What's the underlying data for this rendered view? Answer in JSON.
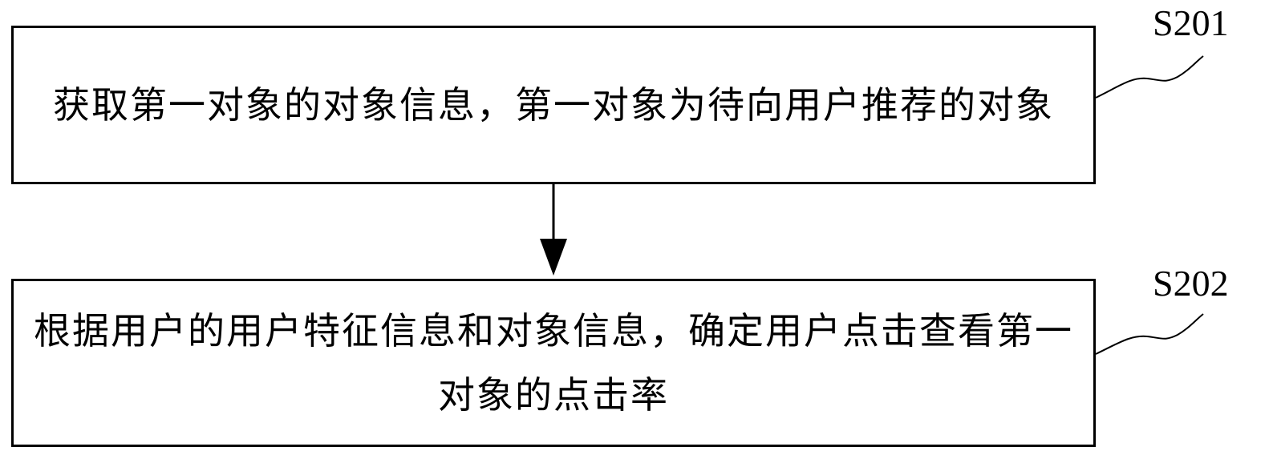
{
  "steps": [
    {
      "id": "S201",
      "text": "获取第一对象的对象信息，第一对象为待向用户推荐的对象"
    },
    {
      "id": "S202",
      "text": "根据用户的用户特征信息和对象信息，确定用户点击查看第一对象的点击率"
    }
  ]
}
